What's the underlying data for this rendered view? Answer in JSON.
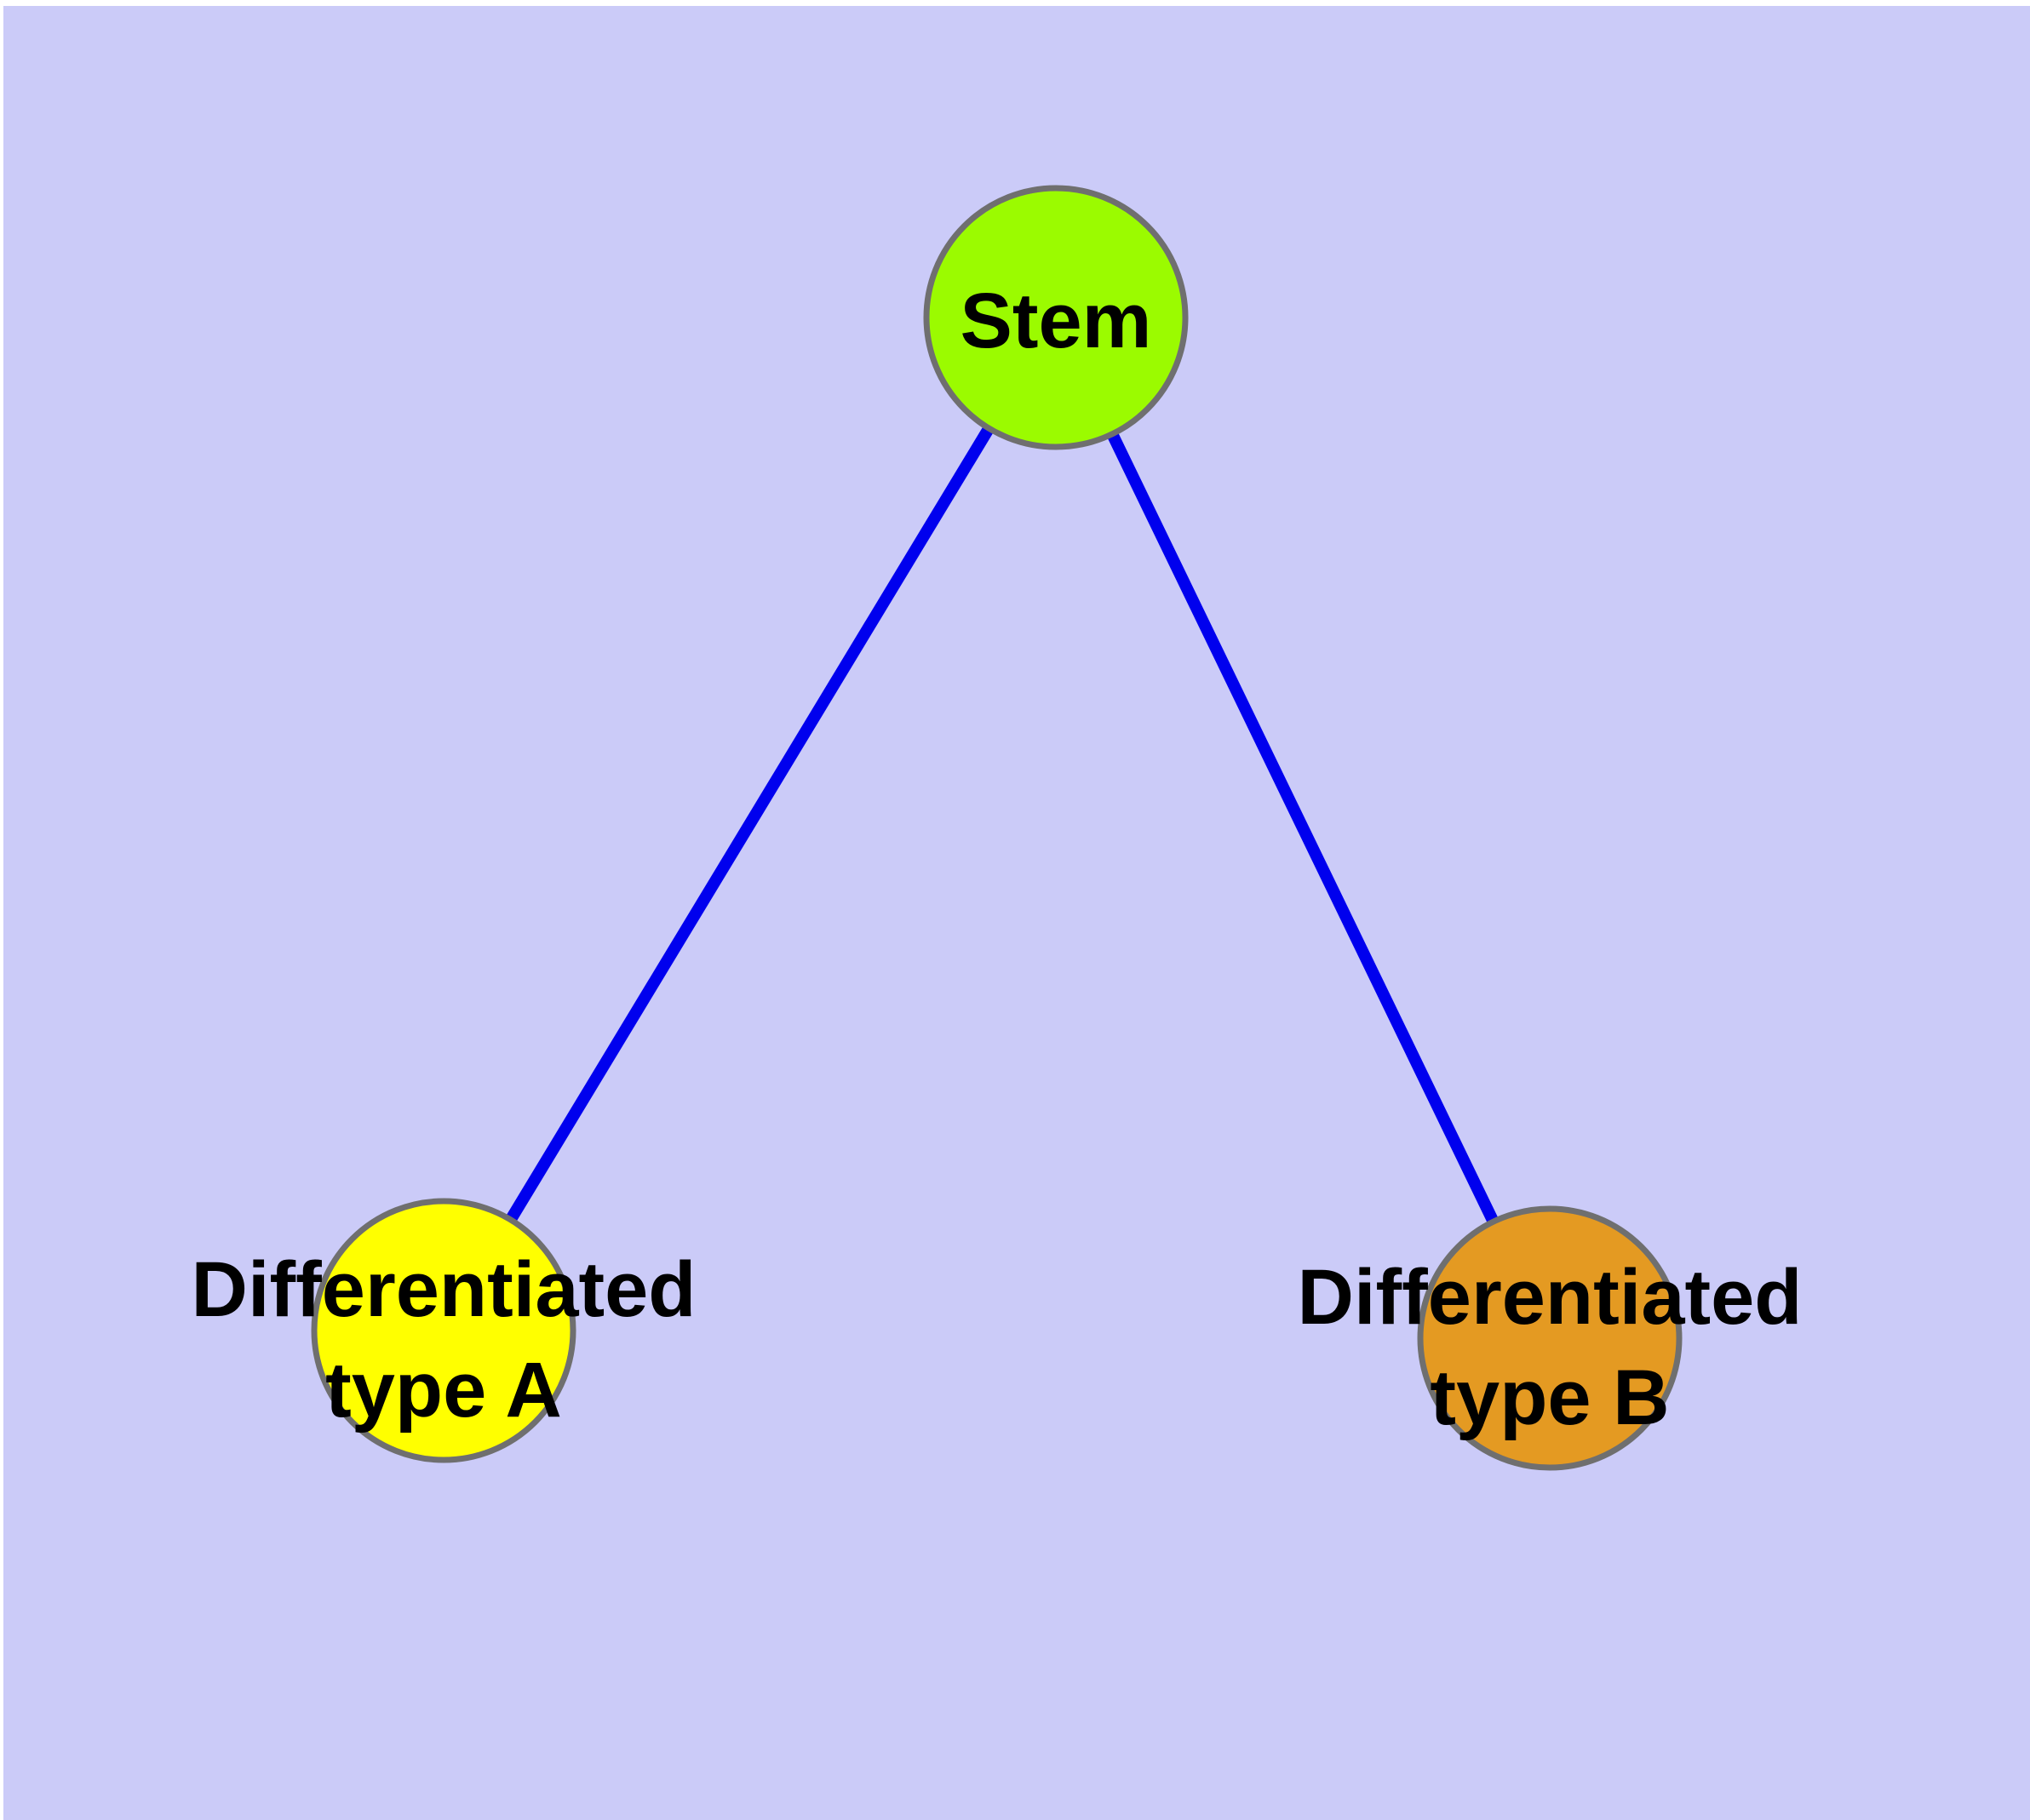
{
  "diagram": {
    "type": "node-link-graph",
    "description": "Stem cell differentiation graph: a stem node linked to two differentiated cell-type nodes",
    "background_color": "#CBCBF8",
    "margin_color": "#FFFFFF",
    "edge_color": "#0000EE",
    "node_border_color": "#6F6F6F",
    "label_color": "#000000",
    "nodes": {
      "stem": {
        "label": "Stem",
        "fill": "#9BFB00"
      },
      "type_a": {
        "label_line1": "Differentiated",
        "label_line2": "type A",
        "fill": "#FFFF00"
      },
      "type_b": {
        "label_line1": "Differentiated",
        "label_line2": "type B",
        "fill": "#E49A22"
      }
    },
    "edges": [
      {
        "from": "Stem",
        "to": "Differentiated type A"
      },
      {
        "from": "Stem",
        "to": "Differentiated type B"
      }
    ]
  }
}
